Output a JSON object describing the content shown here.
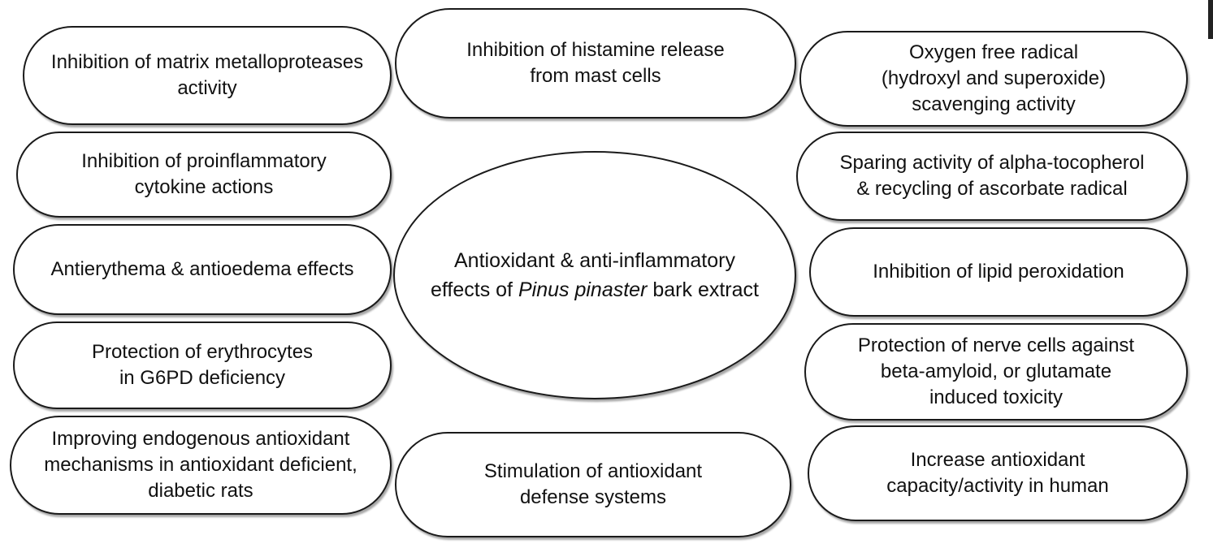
{
  "diagram": {
    "center": {
      "line1": "Antioxidant & anti-inflammatory",
      "line2_prefix": "effects of",
      "line2_italic": "Pinus pinaster",
      "line2_suffix": "bark extract"
    },
    "left": [
      {
        "lines": [
          "Inhibition of matrix metalloproteases",
          "activity"
        ]
      },
      {
        "lines": [
          "Inhibition of proinflammatory",
          "cytokine actions"
        ]
      },
      {
        "lines": [
          "Antierythema & antioedema effects"
        ]
      },
      {
        "lines": [
          "Protection of erythrocytes",
          "in G6PD deficiency"
        ]
      },
      {
        "lines": [
          "Improving endogenous antioxidant",
          "mechanisms in antioxidant deficient,",
          "diabetic rats"
        ]
      }
    ],
    "middle": [
      {
        "lines": [
          "Inhibition of histamine release",
          "from mast cells"
        ]
      },
      {
        "lines": [
          "Stimulation of antioxidant",
          "defense systems"
        ]
      }
    ],
    "right": [
      {
        "lines": [
          "Oxygen free radical",
          "(hydroxyl and superoxide)",
          "scavenging activity"
        ]
      },
      {
        "lines": [
          "Sparing activity of alpha-tocopherol",
          "& recycling of ascorbate radical"
        ]
      },
      {
        "lines": [
          "Inhibition of lipid peroxidation"
        ]
      },
      {
        "lines": [
          "Protection of nerve cells against",
          "beta-amyloid, or glutamate",
          "induced toxicity"
        ]
      },
      {
        "lines": [
          "Increase antioxidant",
          "capacity/activity in human"
        ]
      }
    ]
  }
}
